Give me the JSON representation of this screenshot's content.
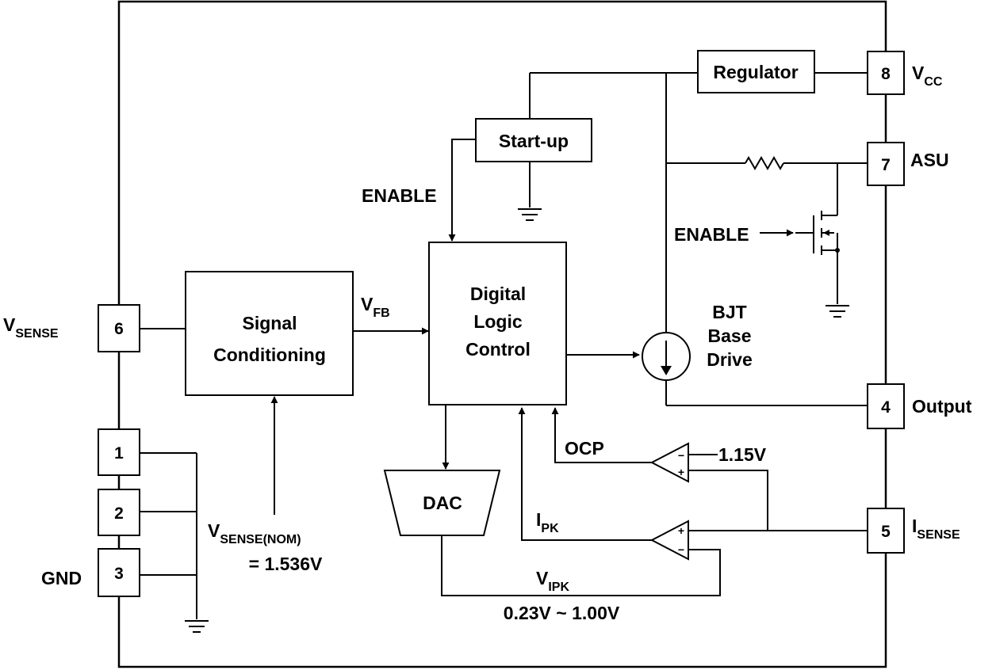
{
  "blocks": {
    "regulator": "Regulator",
    "startup": "Start-up",
    "signal_conditioning": [
      "Signal",
      "Conditioning"
    ],
    "digital_logic": [
      "Digital",
      "Logic",
      "Control"
    ],
    "dac": "DAC",
    "bjt": [
      "BJT",
      "Base",
      "Drive"
    ]
  },
  "pins": [
    {
      "number": "8",
      "label_main": "V",
      "label_sub": "CC"
    },
    {
      "number": "7",
      "label_main": "ASU",
      "label_sub": ""
    },
    {
      "number": "6",
      "label_main": "V",
      "label_sub": "SENSE"
    },
    {
      "number": "4",
      "label_main": "Output",
      "label_sub": ""
    },
    {
      "number": "5",
      "label_main": "I",
      "label_sub": "SENSE"
    },
    {
      "number": "1",
      "label_main": "",
      "label_sub": ""
    },
    {
      "number": "2",
      "label_main": "",
      "label_sub": ""
    },
    {
      "number": "3",
      "label_main": "GND",
      "label_sub": ""
    }
  ],
  "signals": {
    "enable_logic": "ENABLE",
    "enable_fet": "ENABLE",
    "vfb_main": "V",
    "vfb_sub": "FB",
    "ocp": "OCP",
    "ref_115": "1.15V",
    "ipk_main": "I",
    "ipk_sub": "PK",
    "vipk_main": "V",
    "vipk_sub": "IPK",
    "vipk_range": "0.23V ~ 1.00V",
    "vsense_nom_main": "V",
    "vsense_nom_sub": "SENSE(NOM)",
    "vsense_nom_value": "= 1.536V"
  }
}
